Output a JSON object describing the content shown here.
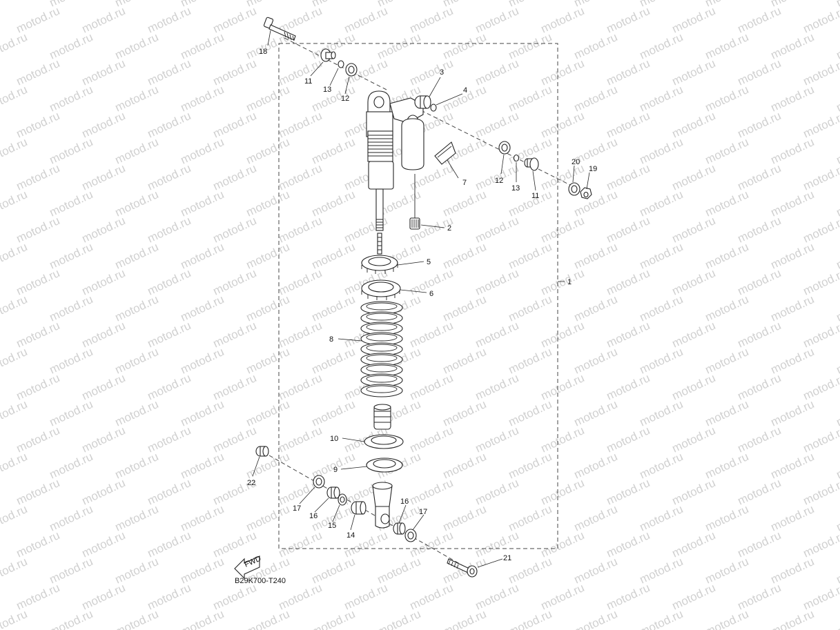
{
  "watermark": {
    "text": "motod.ru"
  },
  "diagram_code": "B29K700-T240",
  "fwd_label": "FWD",
  "callouts": [
    {
      "id": "c18a",
      "label": "18"
    },
    {
      "id": "c11a",
      "label": "11"
    },
    {
      "id": "c13a",
      "label": "13"
    },
    {
      "id": "c12a",
      "label": "12"
    },
    {
      "id": "c3",
      "label": "3"
    },
    {
      "id": "c4",
      "label": "4"
    },
    {
      "id": "c7",
      "label": "7"
    },
    {
      "id": "c12b",
      "label": "12"
    },
    {
      "id": "c13b",
      "label": "13"
    },
    {
      "id": "c11b",
      "label": "11"
    },
    {
      "id": "c20",
      "label": "20"
    },
    {
      "id": "c19",
      "label": "19"
    },
    {
      "id": "c2",
      "label": "2"
    },
    {
      "id": "c5",
      "label": "5"
    },
    {
      "id": "c6",
      "label": "6"
    },
    {
      "id": "c1",
      "label": "1"
    },
    {
      "id": "c8",
      "label": "8"
    },
    {
      "id": "c10",
      "label": "10"
    },
    {
      "id": "c9",
      "label": "9"
    },
    {
      "id": "c22",
      "label": "22"
    },
    {
      "id": "c17a",
      "label": "17"
    },
    {
      "id": "c16a",
      "label": "16"
    },
    {
      "id": "c15",
      "label": "15"
    },
    {
      "id": "c14",
      "label": "14"
    },
    {
      "id": "c16b",
      "label": "16"
    },
    {
      "id": "c17b",
      "label": "17"
    },
    {
      "id": "c21",
      "label": "21"
    }
  ]
}
